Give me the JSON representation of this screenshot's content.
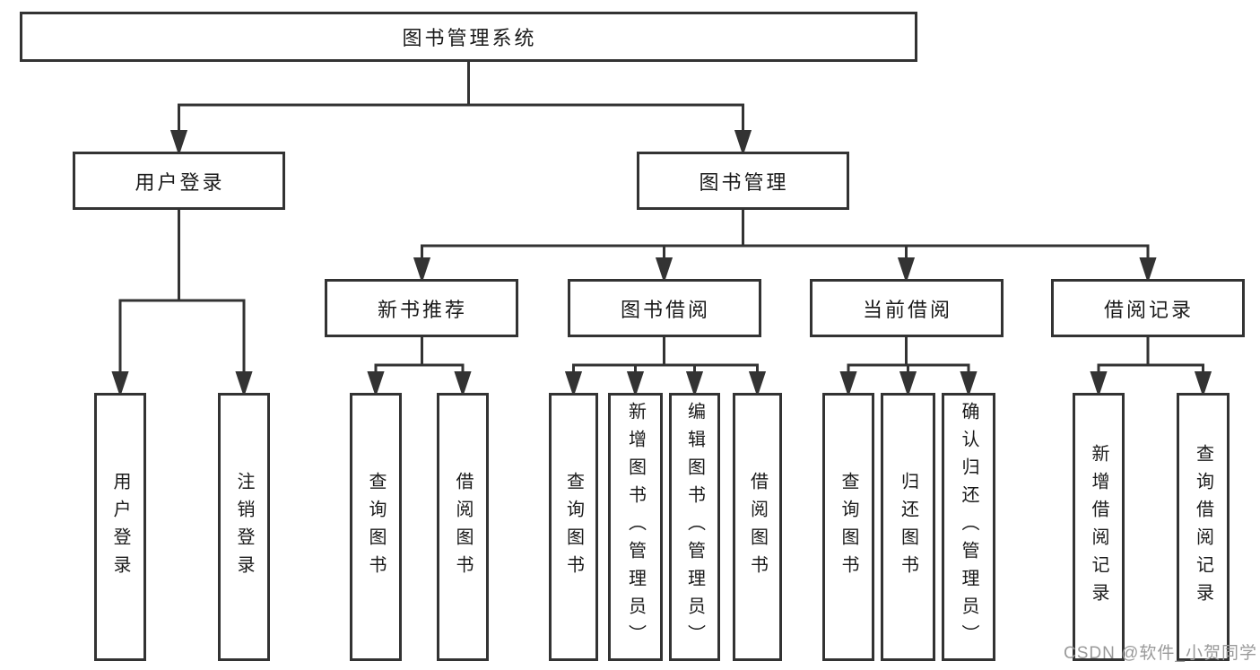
{
  "diagram": {
    "root": {
      "label": "图书管理系统"
    },
    "branches": [
      {
        "label": "用户登录",
        "children": [
          {
            "label": "用户登录"
          },
          {
            "label": "注销登录"
          }
        ]
      },
      {
        "label": "图书管理",
        "sections": [
          {
            "label": "新书推荐",
            "children": [
              {
                "label": "查询图书"
              },
              {
                "label": "借阅图书"
              }
            ]
          },
          {
            "label": "图书借阅",
            "children": [
              {
                "label": "查询图书"
              },
              {
                "label": "新增图书（管理员）"
              },
              {
                "label": "编辑图书（管理员）"
              },
              {
                "label": "借阅图书"
              }
            ]
          },
          {
            "label": "当前借阅",
            "children": [
              {
                "label": "查询图书"
              },
              {
                "label": "归还图书"
              },
              {
                "label": "确认归还（管理员）"
              }
            ]
          },
          {
            "label": "借阅记录",
            "children": [
              {
                "label": "新增借阅记录"
              },
              {
                "label": "查询借阅记录"
              }
            ]
          }
        ]
      }
    ]
  },
  "watermark": {
    "text": "CSDN @软件_小贺同学"
  },
  "colors": {
    "line": "#333333",
    "box_border": "#333333",
    "text": "#1a1a1a",
    "watermark": "#9a9a9a",
    "background": "#ffffff"
  }
}
